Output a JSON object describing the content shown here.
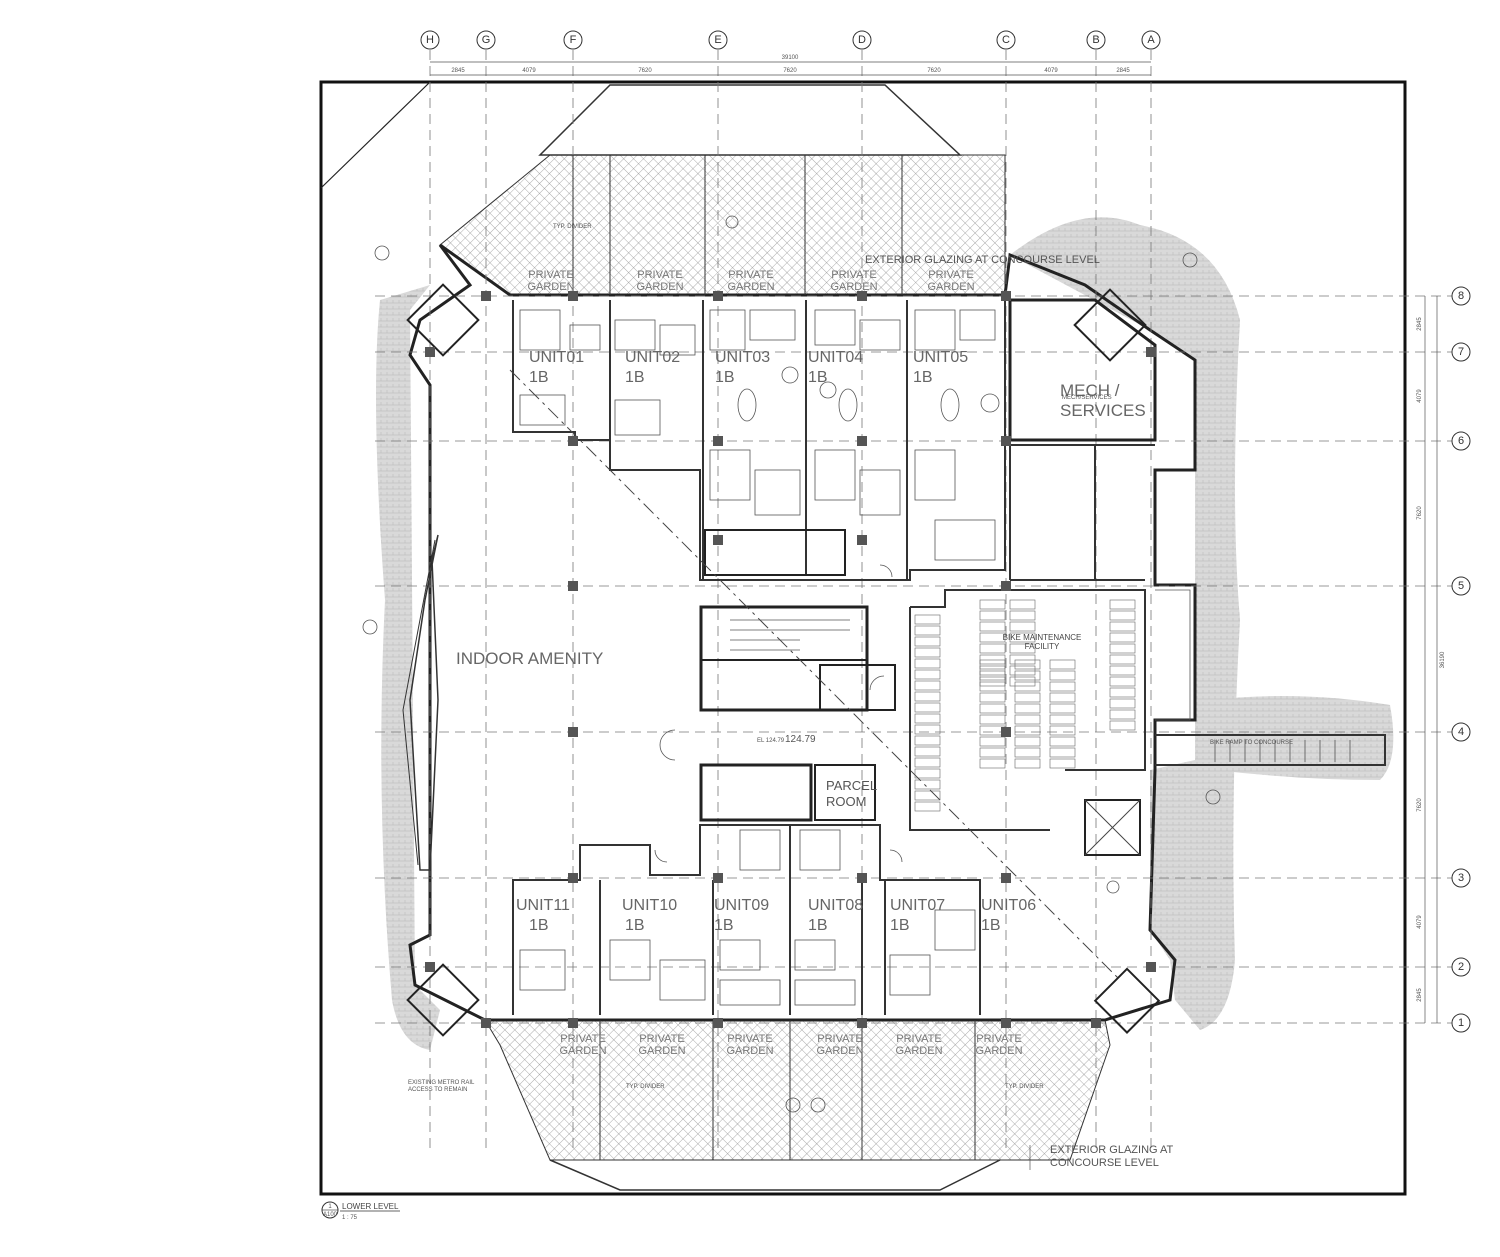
{
  "grid": {
    "columns": [
      "H",
      "G",
      "F",
      "E",
      "D",
      "C",
      "B",
      "A"
    ],
    "rows": [
      "8",
      "7",
      "6",
      "5",
      "4",
      "3",
      "2",
      "1"
    ],
    "top_dims": [
      "2845",
      "4079",
      "7620",
      "7620",
      "7620",
      "4079",
      "2845"
    ],
    "overall_top_dim": "39100",
    "right_dims": [
      "2845",
      "4079",
      "7620",
      "7620",
      "4079",
      "2845"
    ],
    "overall_right_dim": "36190"
  },
  "units_north": [
    {
      "name": "UNIT01",
      "type": "1B"
    },
    {
      "name": "UNIT02",
      "type": "1B"
    },
    {
      "name": "UNIT03",
      "type": "1B"
    },
    {
      "name": "UNIT04",
      "type": "1B"
    },
    {
      "name": "UNIT05",
      "type": "1B"
    }
  ],
  "units_south": [
    {
      "name": "UNIT11",
      "type": "1B"
    },
    {
      "name": "UNIT10",
      "type": "1B"
    },
    {
      "name": "UNIT09",
      "type": "1B"
    },
    {
      "name": "UNIT08",
      "type": "1B"
    },
    {
      "name": "UNIT07",
      "type": "1B"
    },
    {
      "name": "UNIT06",
      "type": "1B"
    }
  ],
  "garden_line1": "PRIVATE",
  "garden_line2": "GARDEN",
  "rooms": {
    "mech_line1": "MECH /",
    "mech_line2": "SERVICES",
    "mech_small": "MECH/SERVICES",
    "amenity": "INDOOR AMENITY",
    "parcel_line1": "PARCEL",
    "parcel_line2": "ROOM",
    "bike_line1": "BIKE MAINTENANCE",
    "bike_line2": "FACILITY",
    "elevation_tag": "EL 124.79",
    "elevation": "124.79",
    "bike_ramp": "BIKE RAMP TO CONCOURSE"
  },
  "notes": {
    "glazing_north": "EXTERIOR GLAZING AT CONCOURSE LEVEL",
    "glazing_south_line1": "EXTERIOR GLAZING AT",
    "glazing_south_line2": "CONCOURSE LEVEL",
    "existing_line1": "EXISTING METRO RAIL",
    "existing_line2": "ACCESS TO REMAIN",
    "divider": "TYP. DIVIDER"
  },
  "title_block": {
    "number": "1",
    "sheet": "A100",
    "name": "LOWER LEVEL",
    "scale": "1 : 75"
  }
}
